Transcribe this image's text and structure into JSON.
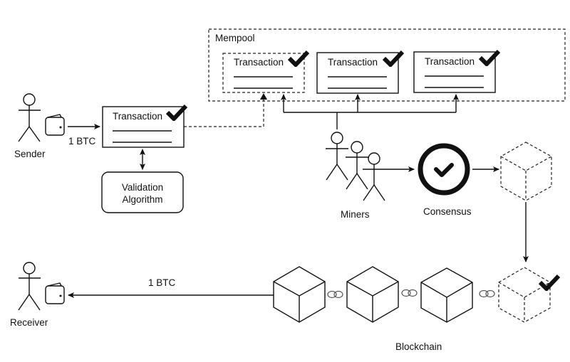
{
  "mempool": {
    "label": "Mempool",
    "transactions": [
      {
        "label": "Transaction",
        "validated": true,
        "style": "dashed"
      },
      {
        "label": "Transaction",
        "validated": true,
        "style": "solid"
      },
      {
        "label": "Transaction",
        "validated": true,
        "style": "solid"
      }
    ]
  },
  "sender": {
    "label": "Sender",
    "icon": "wallet-icon",
    "amount": "1 BTC"
  },
  "sender_transaction": {
    "label": "Transaction",
    "validated": true
  },
  "validation": {
    "line1": "Validation",
    "line2": "Algorithm"
  },
  "miners": {
    "label": "Miners"
  },
  "consensus": {
    "label": "Consensus",
    "icon": "check-circle-icon"
  },
  "blockchain": {
    "label": "Blockchain",
    "blocks": 3,
    "new_block_validated": true
  },
  "receiver": {
    "label": "Receiver",
    "icon": "wallet-icon",
    "amount": "1 BTC"
  },
  "colors": {
    "stroke": "#111111",
    "background": "#ffffff"
  }
}
